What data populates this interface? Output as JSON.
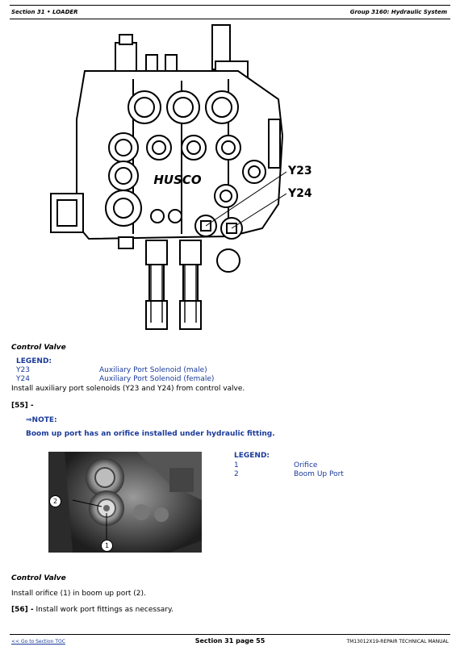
{
  "header": {
    "left": "Section 31 • LOADER",
    "right": "Group 3160: Hydraulic System"
  },
  "figure1": {
    "brand": "HUSCO",
    "callouts": [
      "Y23",
      "Y24"
    ],
    "caption": "Control Valve"
  },
  "legend1": {
    "title": "LEGEND:",
    "items": [
      {
        "key": "Y23",
        "value": "Auxiliary Port Solenoid (male)"
      },
      {
        "key": "Y24",
        "value": "Auxiliary Port Solenoid (female)"
      }
    ]
  },
  "instruction1": "Install auxiliary port solenoids (Y23 and Y24) from control valve.",
  "step55": "[55] -",
  "note": {
    "label": "⇒NOTE:",
    "text": "Boom up port has an orifice installed under hydraulic fitting."
  },
  "figure2": {
    "callouts": [
      "2",
      "1"
    ],
    "caption": "Control Valve"
  },
  "legend2": {
    "title": "LEGEND:",
    "items": [
      {
        "key": "1",
        "value": "Orifice"
      },
      {
        "key": "2",
        "value": "Boom Up Port"
      }
    ]
  },
  "instruction2": "Install orifice (1) in boom up port (2).",
  "step56": {
    "num": "[56] -",
    "text": "Install work port fittings as necessary."
  },
  "footer": {
    "link": "<< Go to Section TOC",
    "center": "Section 31 page 55",
    "right": "TM13012X19-REPAIR TECHNICAL MANUAL"
  }
}
